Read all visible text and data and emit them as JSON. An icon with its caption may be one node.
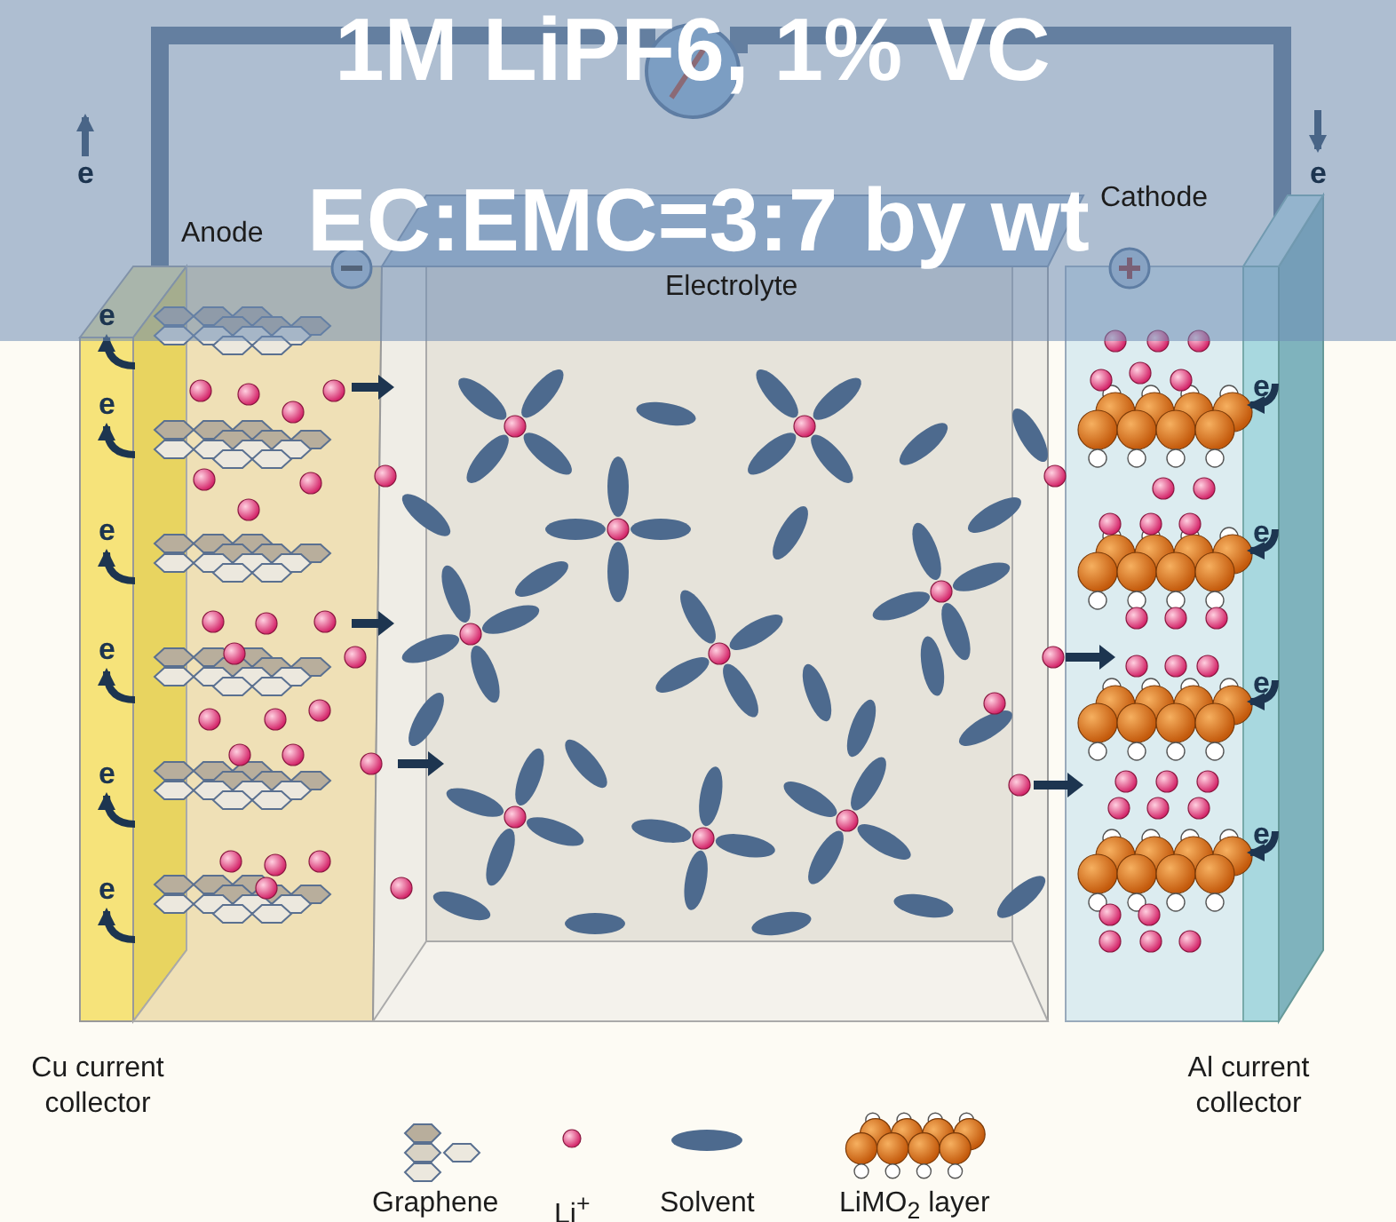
{
  "diagram": {
    "nodes": [
      {
        "text": [
          "Cu current collector"
        ]
      },
      {
        "text": [],
        "shape": "circle"
      },
      {
        "text": [
          "Al current collector"
        ]
      }
    ],
    "edges": [
      {
        "from": 0,
        "to": 1,
        "arrow": "none"
      },
      {
        "from": 1,
        "to": 2,
        "arrow": "none"
      }
    ],
    "labels": [
      "1M LiPF6, 1% VC",
      "e",
      "e",
      "Anode",
      "EC:EMC=3:7 by wt",
      "Cathode",
      "Electrolyte",
      "e",
      "e",
      "e",
      "e",
      "e",
      "e",
      "e",
      "e",
      "e",
      "e"
    ],
    "legend": [
      {
        "text": "Graphene"
      },
      {
        "text": "Li$^{+}$"
      },
      {
        "text": "Solvent"
      },
      {
        "text": "LiMO$_{2}$ layer"
      }
    ]
  }
}
